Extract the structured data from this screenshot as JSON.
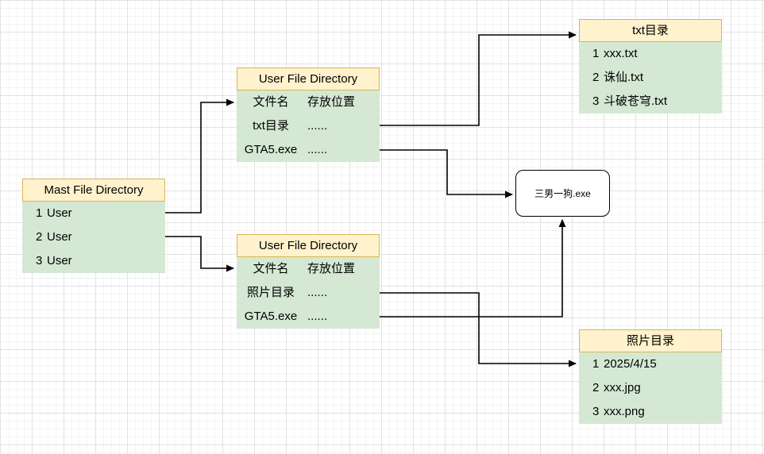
{
  "diagram": {
    "nodes": {
      "mast": {
        "title": "Mast File Directory",
        "rows": [
          {
            "c1": "1",
            "c2": "User"
          },
          {
            "c1": "2",
            "c2": "User"
          },
          {
            "c1": "3",
            "c2": "User"
          }
        ]
      },
      "user_top": {
        "title": "User File Directory",
        "rows": [
          {
            "c1": "文件名",
            "c2": "存放位置"
          },
          {
            "c1": "txt目录",
            "c2": "......"
          },
          {
            "c1": "GTA5.exe",
            "c2": "......"
          }
        ]
      },
      "user_bottom": {
        "title": "User File Directory",
        "rows": [
          {
            "c1": "文件名",
            "c2": "存放位置"
          },
          {
            "c1": "照片目录",
            "c2": "......"
          },
          {
            "c1": "GTA5.exe",
            "c2": "......"
          }
        ]
      },
      "txt_dir": {
        "title": "txt目录",
        "rows": [
          {
            "c1": "1",
            "c2": "xxx.txt"
          },
          {
            "c1": "2",
            "c2": "诛仙.txt"
          },
          {
            "c1": "3",
            "c2": "斗破苍穹.txt"
          }
        ]
      },
      "photo_dir": {
        "title": "照片目录",
        "rows": [
          {
            "c1": "1",
            "c2": "2025/4/15"
          },
          {
            "c1": "2",
            "c2": "xxx.jpg"
          },
          {
            "c1": "3",
            "c2": "xxx.png"
          }
        ]
      },
      "exe": {
        "label": "三男一狗.exe"
      }
    },
    "edges": [
      {
        "from": "mast-row-1",
        "to": "user-file-directory-top"
      },
      {
        "from": "mast-row-2",
        "to": "user-file-directory-bottom"
      },
      {
        "from": "user-top-txt-row",
        "to": "txt-directory"
      },
      {
        "from": "user-top-gta5-row",
        "to": "exe-node"
      },
      {
        "from": "user-bottom-photo-row",
        "to": "photo-directory"
      },
      {
        "from": "user-bottom-gta5-row",
        "to": "exe-node"
      }
    ],
    "colors": {
      "header_fill": "#fff2cc",
      "header_border": "#d6b656",
      "body_fill": "#d5e8d4",
      "edge": "#000000",
      "exe_fill": "#ffffff",
      "exe_border": "#000000",
      "grid_minor": "#f4f4f4",
      "grid_major": "#e2e2e2"
    }
  }
}
